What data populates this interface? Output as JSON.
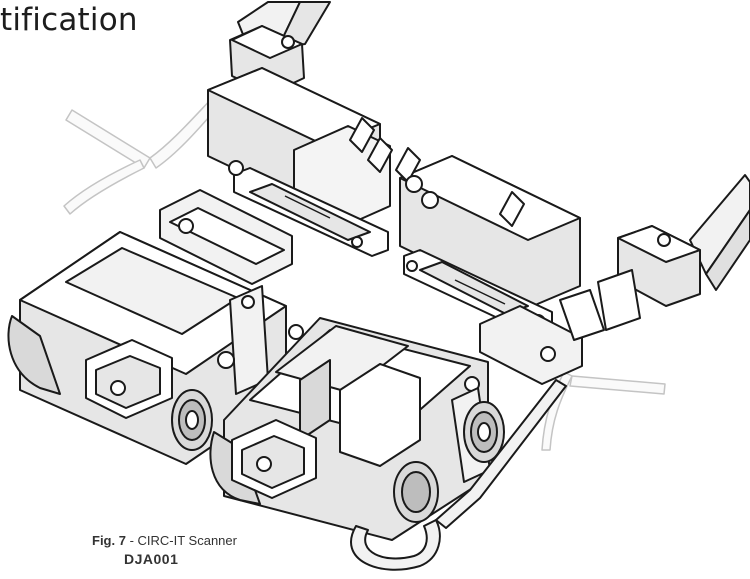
{
  "section_heading": "tification",
  "figure": {
    "number_label": "Fig. 7",
    "separator": " - ",
    "title": "CIRC-IT Scanner",
    "code": "DJA001"
  },
  "colors": {
    "line": "#1a1a1a",
    "fill_light": "#ffffff",
    "fill_shade": "#e6e6e6",
    "fill_dark": "#bdbdbd",
    "cable_ghost": "#c9c9c9"
  }
}
